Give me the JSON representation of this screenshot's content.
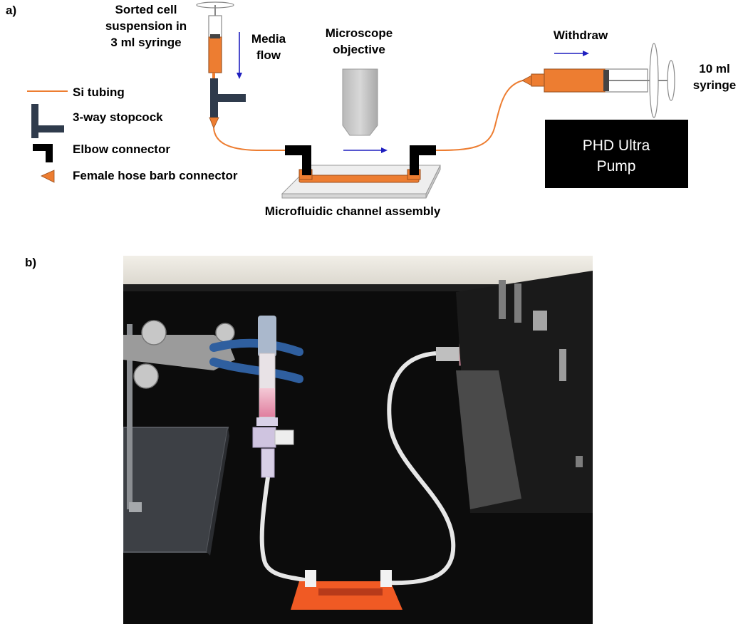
{
  "panel_a": {
    "label": "a)",
    "texts": {
      "syringe_3ml": [
        "Sorted cell",
        "suspension in",
        "3 ml syringe"
      ],
      "media_flow": [
        "Media",
        "flow"
      ],
      "objective": [
        "Microscope",
        "objective"
      ],
      "withdraw": "Withdraw",
      "syringe_10ml": [
        "10 ml",
        "syringe"
      ],
      "pump": [
        "PHD Ultra",
        "Pump"
      ],
      "channel": "Microfluidic channel assembly"
    },
    "legend": [
      {
        "icon": "si-tubing-icon",
        "label": "Si tubing"
      },
      {
        "icon": "stopcock-icon",
        "label": "3-way stopcock"
      },
      {
        "icon": "elbow-connector-icon",
        "label": "Elbow connector"
      },
      {
        "icon": "hose-barb-icon",
        "label": "Female hose barb connector"
      }
    ],
    "colors": {
      "tubing": "#ED7D31",
      "stopcock": "#2F3B4C",
      "connector": "#000000",
      "arrow": "#1F1FBF",
      "pump": "#000000"
    }
  },
  "panel_b": {
    "label": "b)"
  }
}
